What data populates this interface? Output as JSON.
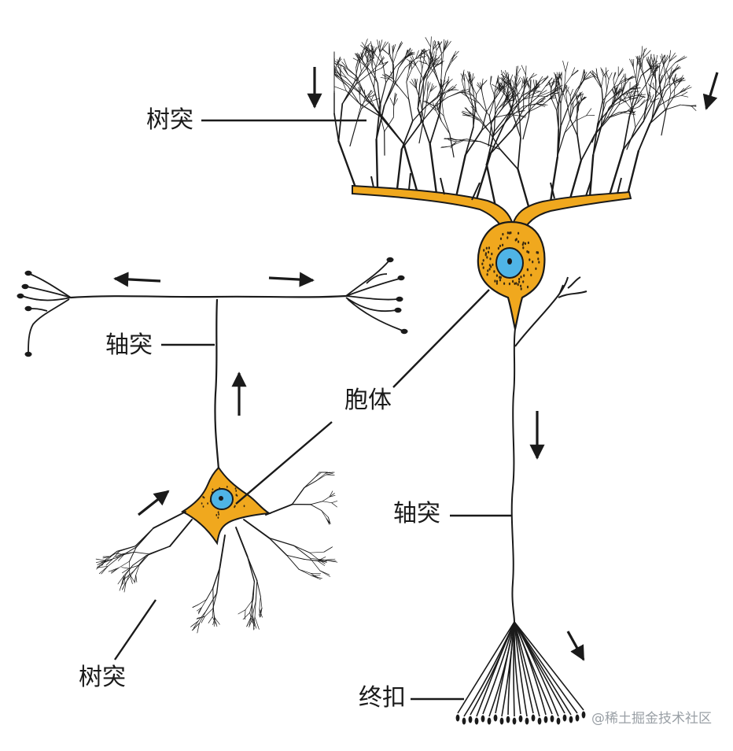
{
  "labels": {
    "dendrite_top": "树突",
    "axon_left": "轴突",
    "soma": "胞体",
    "axon_right": "轴突",
    "dendrite_bottom": "树突",
    "terminal": "终扣"
  },
  "watermark": "@稀土掘金技术社区",
  "colors": {
    "soma_fill": "#f0a81e",
    "nucleus_fill": "#4fb4e6",
    "stroke": "#1a1a1a",
    "background": "#ffffff"
  }
}
